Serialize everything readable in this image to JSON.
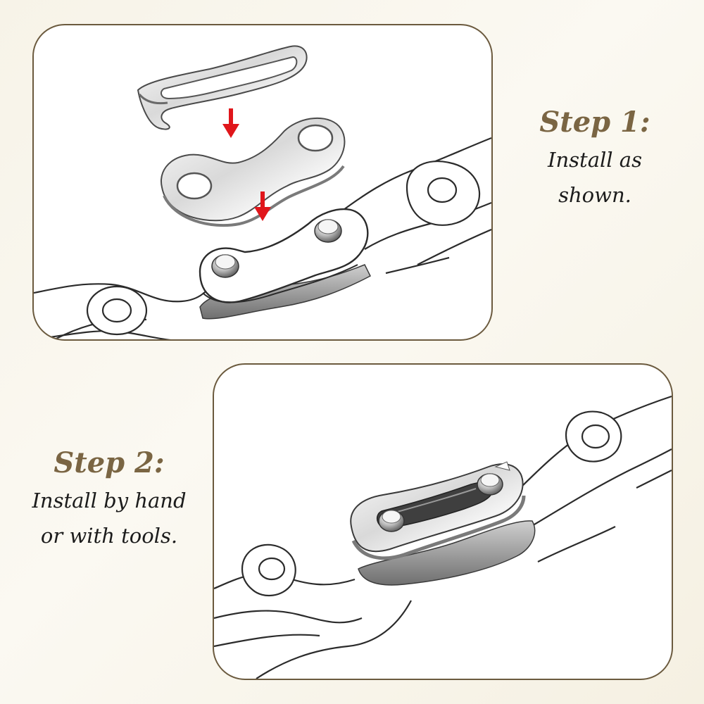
{
  "step1": {
    "title": "Step 1:",
    "line1": "Install as",
    "line2": "shown."
  },
  "step2": {
    "title": "Step 2:",
    "line1": "Install by hand",
    "line2": "or with tools."
  },
  "colors": {
    "frame": "#6b5a3e",
    "title": "#7a6543",
    "arrow": "#e0161b",
    "metal_light": "#f2f2f2",
    "metal_dark": "#8f8f8f",
    "outline": "#2b2b2b"
  }
}
